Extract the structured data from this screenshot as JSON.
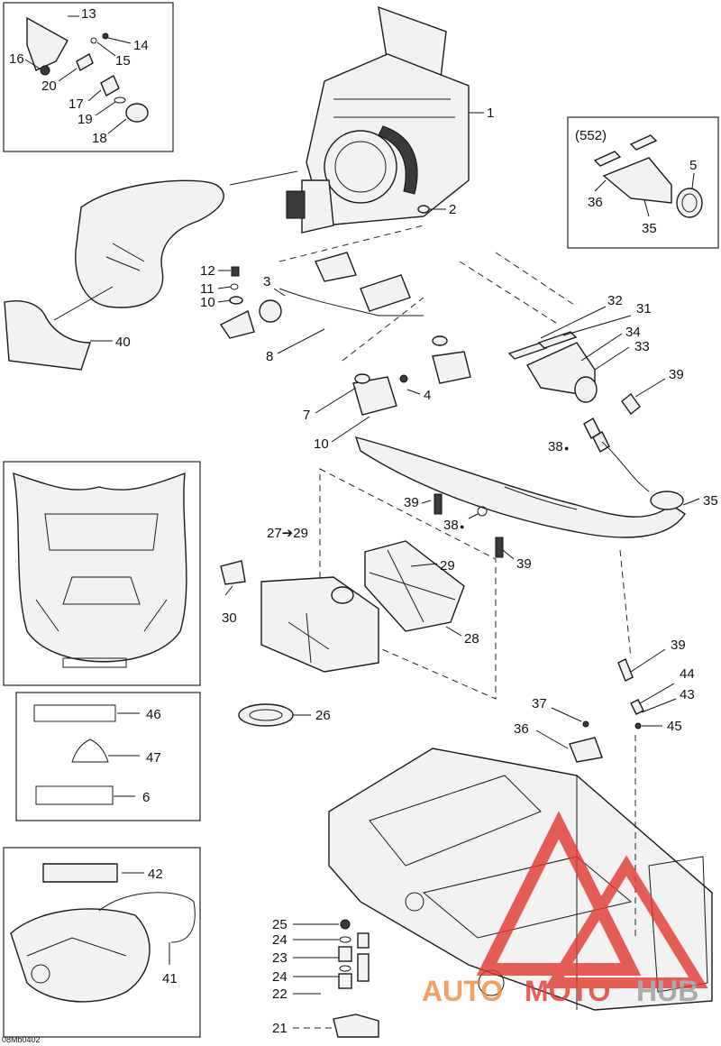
{
  "drawing_code": "08Mb0402",
  "insert_code": "(552)",
  "callouts": {
    "c13": "13",
    "c14": "14",
    "c15": "15",
    "c16": "16",
    "c20": "20",
    "c17": "17",
    "c19": "19",
    "c18": "18",
    "c1": "1",
    "c2": "2",
    "c3": "3",
    "c4": "4",
    "c5": "5",
    "c7": "7",
    "c8": "8",
    "c10a": "10",
    "c10b": "10",
    "c11": "11",
    "c12": "12",
    "c36a": "36",
    "c35a": "35",
    "c32": "32",
    "c31": "31",
    "c34": "34",
    "c33": "33",
    "c39a": "39",
    "c38a": "38",
    "c39b": "39",
    "c38b": "38",
    "c39c": "39",
    "c35b": "35",
    "c2729": "27➔29",
    "c29": "29",
    "c30": "30",
    "c28": "28",
    "c26": "26",
    "c40": "40",
    "c39d": "39",
    "c44": "44",
    "c43": "43",
    "c37": "37",
    "c36b": "36",
    "c45": "45",
    "c46": "46",
    "c47": "47",
    "c6": "6",
    "c42": "42",
    "c41": "41",
    "c25": "25",
    "c24a": "24",
    "c23": "23",
    "c24b": "24",
    "c22": "22",
    "c21": "21"
  },
  "watermark": {
    "part1": "AUTO",
    "part2": "MOTO",
    "part3": "HUB",
    "red": "#e23a2e",
    "orange": "#f08a3c",
    "gray": "#9a9a9a"
  }
}
